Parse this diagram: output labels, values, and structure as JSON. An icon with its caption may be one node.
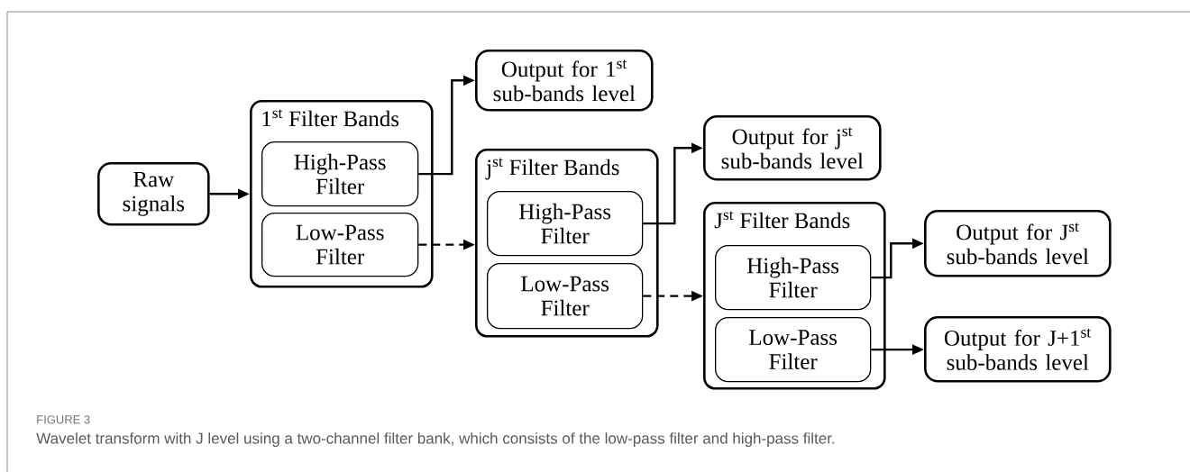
{
  "diagram": {
    "caption": "Wavelet transform with J level using a two-channel filter bank, which consists of the low-pass filter and high-pass filter.",
    "nodes": [
      {
        "text": [
          "Raw signals"
        ]
      },
      {
        "text": [
          "1$^{st}$ Filter Bands"
        ]
      },
      {
        "text": [
          "High-Pass Filter"
        ],
        "in": 1
      },
      {
        "text": [
          "Low-Pass Filter"
        ],
        "in": 1
      },
      {
        "text": [
          "Output for 1$^{st}$ sub-bands level"
        ]
      },
      {
        "text": [
          "j$^{st}$ Filter Bands"
        ]
      },
      {
        "text": [
          "High-Pass Filter"
        ],
        "in": 5
      },
      {
        "text": [
          "Low-Pass Filter"
        ],
        "in": 5
      },
      {
        "text": [
          "Output for j$^{st}$ sub-bands level"
        ]
      },
      {
        "text": [
          "J$^{st}$ Filter Bands"
        ]
      },
      {
        "text": [
          "High-Pass Filter"
        ],
        "in": 9
      },
      {
        "text": [
          "Low-Pass Filter"
        ],
        "in": 9
      },
      {
        "text": [
          "Output for J$^{st}$ sub-bands level"
        ]
      },
      {
        "text": [
          "Output for J+1$^{st}$ sub-bands level"
        ]
      }
    ],
    "edges": [
      {
        "from": 0,
        "to": 1,
        "arrow": "to"
      },
      {
        "from": 2,
        "to": 4,
        "arrow": "to"
      },
      {
        "from": 3,
        "to": 5,
        "arrow": "to",
        "style": "dashed"
      },
      {
        "from": 6,
        "to": 8,
        "arrow": "to"
      },
      {
        "from": 7,
        "to": 9,
        "arrow": "to",
        "style": "dashed"
      },
      {
        "from": 10,
        "to": 12,
        "arrow": "to"
      },
      {
        "from": 11,
        "to": 13,
        "arrow": "to"
      }
    ],
    "labels": [
      "FIGURE 3"
    ]
  }
}
